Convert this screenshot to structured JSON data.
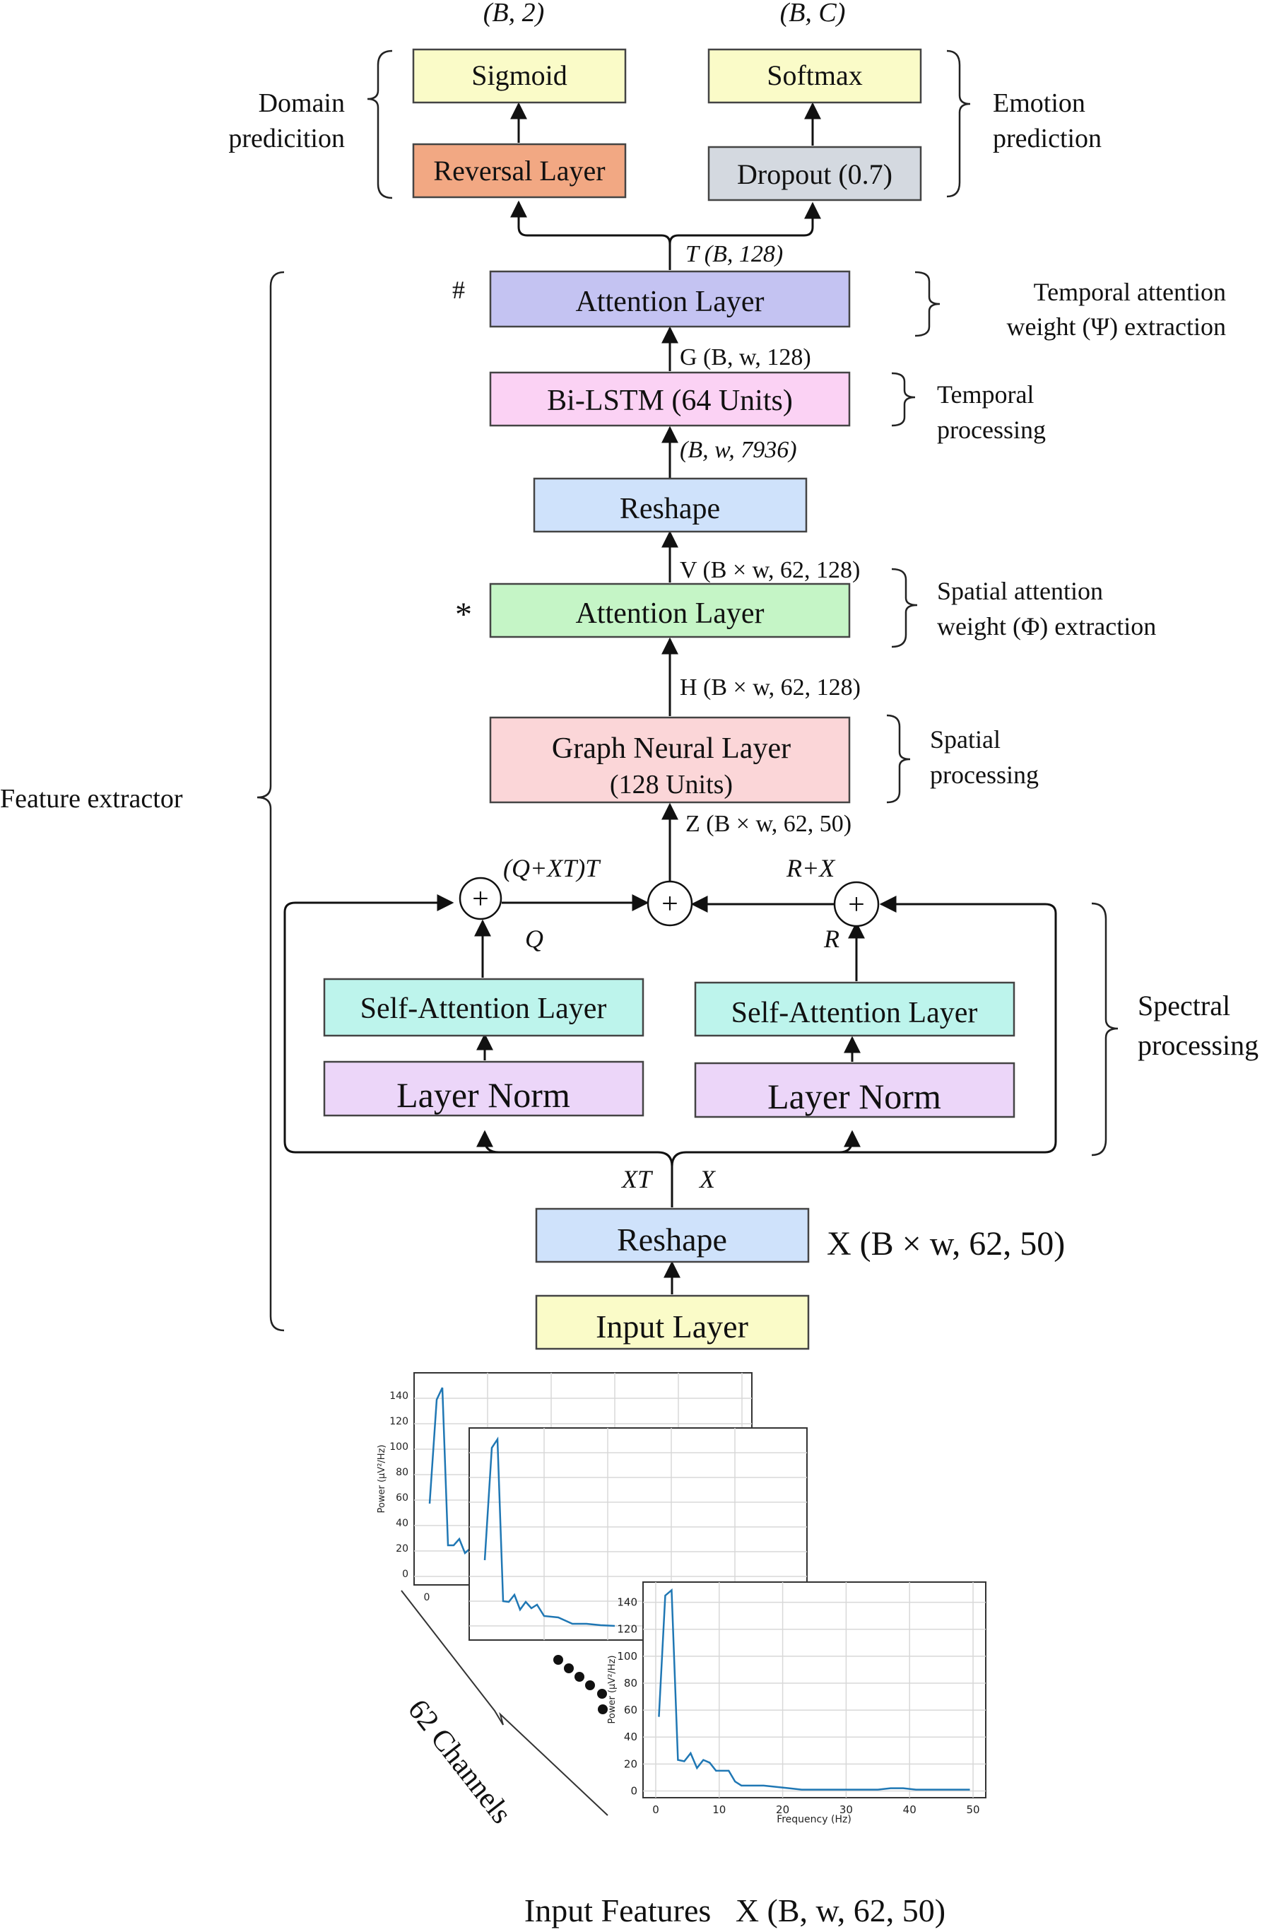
{
  "colors": {
    "sigmoid": "#fafbc8",
    "softmax": "#fafbc8",
    "reversal": "#f2a883",
    "dropout": "#d4d9e0",
    "attention_temporal": "#c4c3f2",
    "bilstm": "#fbd2f4",
    "reshape": "#cfe2fb",
    "attention_spatial": "#c5f5c6",
    "gnn": "#fbd6d8",
    "self_attention": "#bdf4ec",
    "layer_norm": "#ecd6f9",
    "input": "#fafbc8",
    "plot_line": "#1f77b4"
  },
  "blocks": {
    "sigmoid": "Sigmoid",
    "softmax": "Softmax",
    "reversal": "Reversal Layer",
    "dropout": "Dropout (0.7)",
    "attention_temporal": "Attention Layer",
    "bilstm": "Bi-LSTM (64 Units)",
    "reshape_top": "Reshape",
    "attention_spatial": "Attention Layer",
    "gnn_line1": "Graph Neural Layer",
    "gnn_line2": "(128 Units)",
    "self_attention_left": "Self-Attention Layer",
    "self_attention_right": "Self-Attention Layer",
    "layer_norm_left": "Layer Norm",
    "layer_norm_right": "Layer Norm",
    "reshape_bottom": "Reshape",
    "input_layer": "Input Layer"
  },
  "sums": {
    "plus_symbol": "+"
  },
  "shapes": {
    "sigmoid_out": "(B, 2)",
    "softmax_out": "(B, C)",
    "t": "T (B, 128)",
    "g": "G (B, w, 128)",
    "bilstm_in": "(B, w, 7936)",
    "v": "V  (B × w, 62, 128)",
    "h": "H  (B × w, 62, 128)",
    "z": "Z  (B × w, 62, 50)",
    "qxt": "(Q+XT)T",
    "rx": "R+X",
    "q": "Q",
    "r": "R",
    "xt": "XT",
    "x": "X",
    "x_reshape": "X (B × w, 62, 50)",
    "input_features": "Input Features   X (B, w, 62, 50)"
  },
  "markers": {
    "temporal": "#",
    "spatial": "*"
  },
  "annotations": {
    "domain_prediction": [
      "Domain",
      "predicition"
    ],
    "emotion_prediction": [
      "Emotion",
      "prediction"
    ],
    "temporal_attention": [
      "Temporal attention",
      "weight (Ψ)  extraction"
    ],
    "temporal_processing": [
      "Temporal",
      "processing"
    ],
    "spatial_attention": [
      "Spatial attention",
      "weight (Φ) extraction"
    ],
    "spatial_processing": [
      "Spatial",
      "processing"
    ],
    "spectral_processing": [
      "Spectral",
      "processing"
    ],
    "feature_extractor": "Feature extractor"
  },
  "channels_label": "62 Channels",
  "plots": {
    "ylabel": "Power (μV²/Hz)",
    "xlabel": "Frequency (Hz)",
    "y_ticks": [
      "0",
      "20",
      "40",
      "60",
      "80",
      "100",
      "120",
      "140"
    ],
    "x_ticks": [
      "0",
      "10",
      "20",
      "30",
      "40",
      "50"
    ],
    "back_x_tick": "0"
  },
  "chart_data": {
    "type": "line",
    "title": "",
    "xlabel": "Frequency (Hz)",
    "ylabel": "Power (μV²/Hz)",
    "xlim": [
      -2,
      52
    ],
    "ylim": [
      -5,
      155
    ],
    "x": [
      0.5,
      1.5,
      2.5,
      3.5,
      4.5,
      5.5,
      6.5,
      7.5,
      8.5,
      9.5,
      10.5,
      11.5,
      12.5,
      13.5,
      15,
      17,
      19,
      21,
      23,
      25,
      27,
      29,
      31,
      33,
      35,
      37,
      39,
      41,
      43,
      45,
      47,
      49.5
    ],
    "series": [
      {
        "values": [
          55,
          145,
          149,
          23,
          22,
          28,
          17,
          23,
          21,
          15,
          15,
          15,
          7,
          4,
          4,
          4,
          3,
          2,
          1,
          1,
          1,
          1,
          1,
          1,
          1,
          2,
          2,
          1,
          1,
          1,
          1,
          1
        ]
      }
    ]
  }
}
